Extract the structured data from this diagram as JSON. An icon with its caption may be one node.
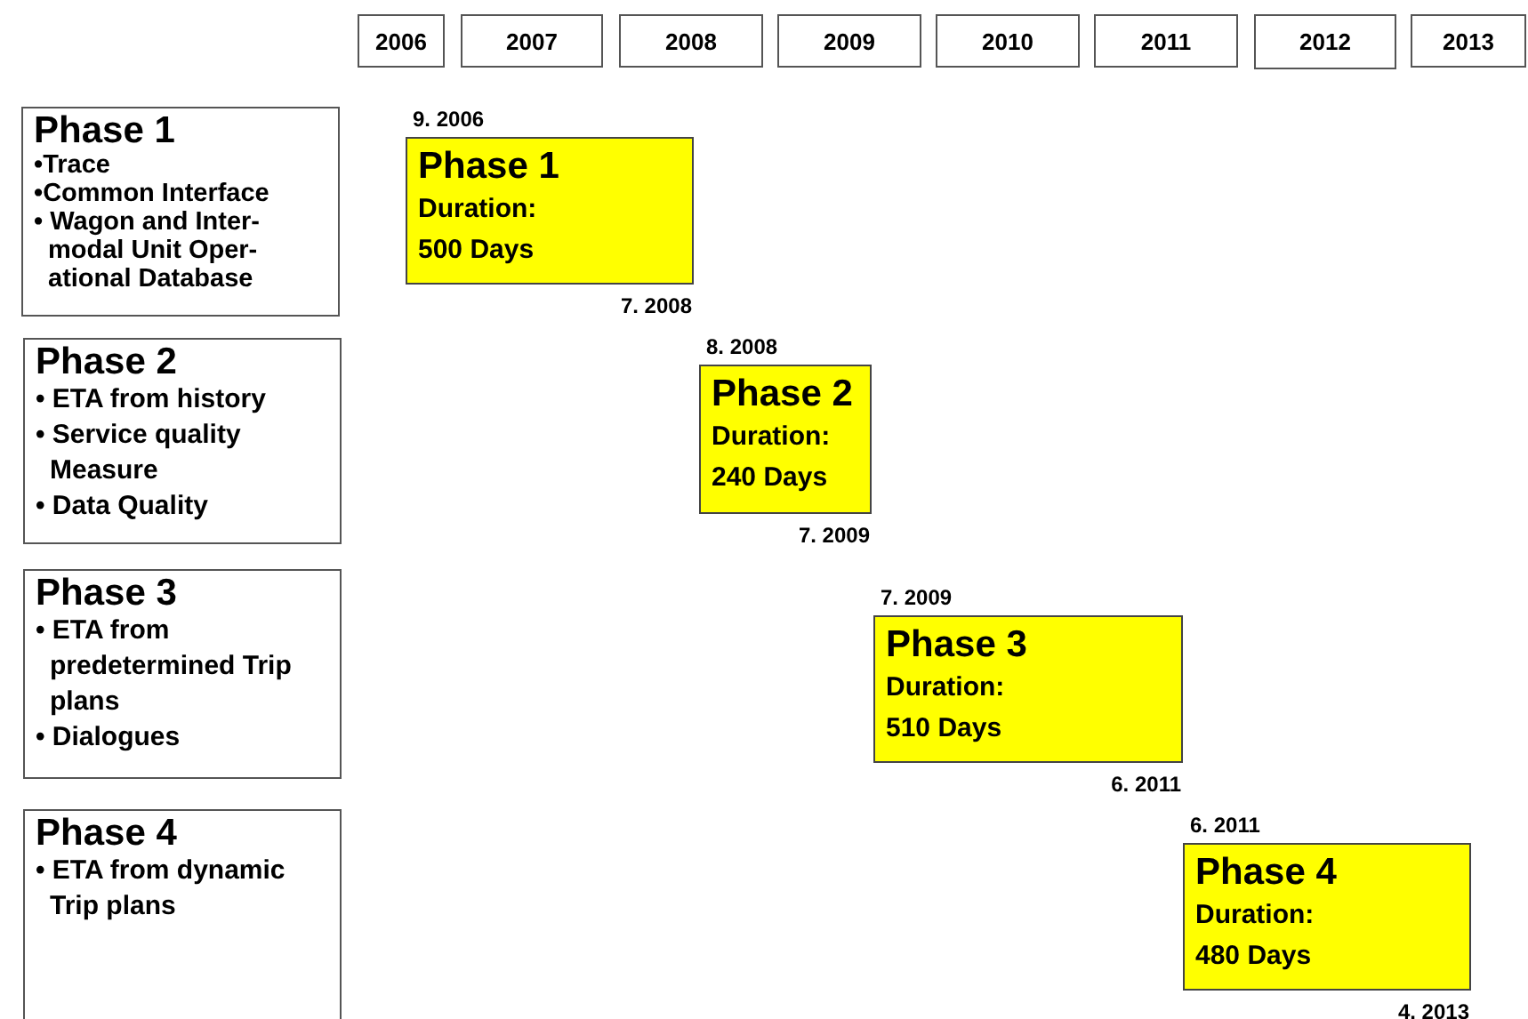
{
  "diagram": {
    "nodes": [
      {
        "text": [
          "2006"
        ]
      },
      {
        "text": [
          "2007"
        ]
      },
      {
        "text": [
          "2008"
        ]
      },
      {
        "text": [
          "2009"
        ]
      },
      {
        "text": [
          "2010"
        ]
      },
      {
        "text": [
          "2011"
        ]
      },
      {
        "text": [
          "2012"
        ]
      },
      {
        "text": [
          "2013"
        ]
      },
      {
        "text": [
          "Phase 1",
          "•Trace",
          "•Common Interface",
          "• Wagon and Inter- modal Unit Oper- ational Database"
        ]
      },
      {
        "text": [
          "Phase 1",
          "Duration:",
          "500 Days"
        ],
        "beside": [
          "9. 2006",
          "7. 2008"
        ]
      },
      {
        "text": [
          "Phase 2",
          "• ETA from history",
          "• Service quality Measure",
          "• Data Quality"
        ]
      },
      {
        "text": [
          "Phase 2",
          "Duration:",
          "240 Days"
        ],
        "beside": [
          "8. 2008",
          "7. 2009"
        ]
      },
      {
        "text": [
          "Phase 3",
          "• ETA from predetermined Trip plans",
          "• Dialogues"
        ]
      },
      {
        "text": [
          "Phase 3",
          "Duration:",
          "510 Days"
        ],
        "beside": [
          "7. 2009",
          "6. 2011"
        ]
      },
      {
        "text": [
          "Phase 4",
          "• ETA from dynamic Trip plans"
        ]
      },
      {
        "text": [
          "Phase 4",
          "Duration:",
          "480 Days"
        ],
        "beside": [
          "6. 2011",
          "4. 2013"
        ]
      }
    ]
  }
}
